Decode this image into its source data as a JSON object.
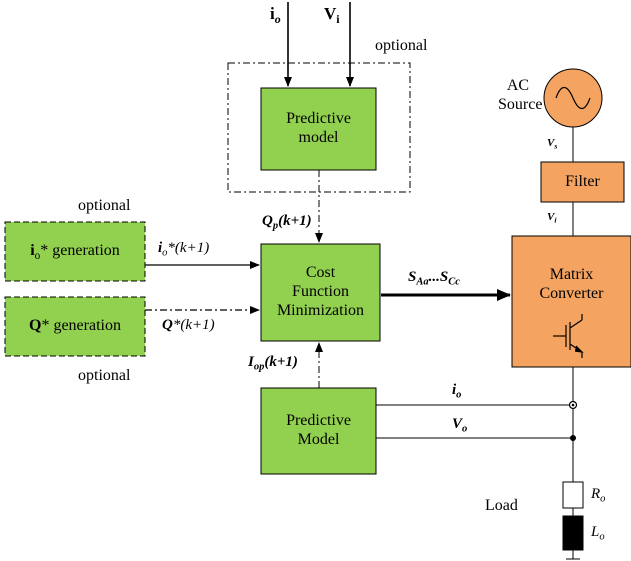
{
  "colors": {
    "green_fill": "#92d050",
    "orange_fill": "#f4a460",
    "line": "#000000"
  },
  "inputs_top": {
    "io_main": "i",
    "io_sub": "o",
    "vi_main": "V",
    "vi_sub": "i",
    "optional": "optional"
  },
  "predictive_model_top": {
    "line1": "Predictive",
    "line2": "model"
  },
  "qp_label": {
    "main": "Q",
    "sub": "p",
    "rest": "(k+1)"
  },
  "left_blocks": {
    "optional_top": "optional",
    "io_gen": {
      "main": "i",
      "sub": "o",
      "rest": "* generation"
    },
    "q_gen": {
      "main": "Q",
      "rest": "* generation"
    },
    "optional_bottom": "optional"
  },
  "io_ref_label": {
    "main": "i",
    "sub": "o",
    "rest": "*(k+1)"
  },
  "q_ref_label": {
    "main": "Q",
    "rest": "*(k+1)"
  },
  "cost_function": {
    "line1": "Cost",
    "line2": "Function",
    "line3": "Minimization"
  },
  "iop_label": {
    "main": "I",
    "sub": "op",
    "rest": "(k+1)"
  },
  "switch_label": {
    "s1": "S",
    "s1_sub": "Aa",
    "mid": "...",
    "s2": "S",
    "s2_sub": "Cc"
  },
  "predictive_model_bottom": {
    "line1": "Predictive",
    "line2": "Model"
  },
  "ac_source": {
    "line1": "AC",
    "line2": "Source"
  },
  "vs_label": {
    "main": "V",
    "sub": "s"
  },
  "filter": {
    "label": "Filter"
  },
  "vi_label": {
    "main": "V",
    "sub": "i"
  },
  "matrix_converter": {
    "line1": "Matrix",
    "line2": "Converter"
  },
  "io_feedback": {
    "main": "i",
    "sub": "o"
  },
  "vo_feedback": {
    "main": "V",
    "sub": "o"
  },
  "load": {
    "label": "Load",
    "r_main": "R",
    "r_sub": "o",
    "l_main": "L",
    "l_sub": "o"
  },
  "icons": {
    "source_symbol": "sine-wave-icon",
    "switch_symbol": "igbt-icon"
  }
}
